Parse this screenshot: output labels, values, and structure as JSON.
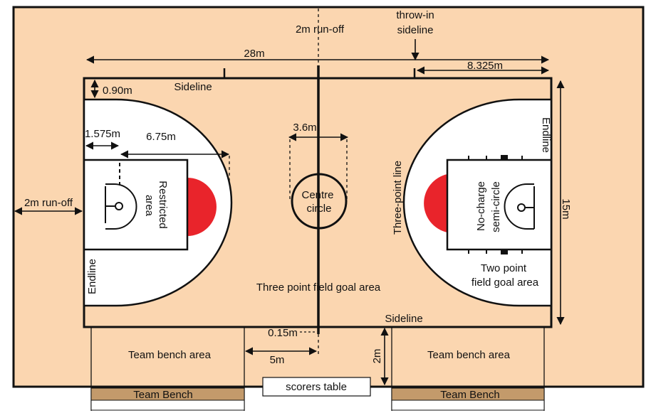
{
  "colors": {
    "floor": "#fbd6b0",
    "white": "#ffffff",
    "line": "#111111",
    "restricted_fill": "#e9242b",
    "bench_fill": "#c39a6b"
  },
  "labels": {
    "run_off_top": "2m run-off",
    "throw_in_line1": "throw-in",
    "throw_in_line2": "sideline",
    "length": "28m",
    "throw_in_distance": "8.325m",
    "baseline_offset": "0.90m",
    "sideline_top": "Sideline",
    "centre_width": "3.6m",
    "basket_distance": "1.575m",
    "three_point_radius": "6.75m",
    "endline_right": "Endline",
    "restricted_area_line1": "Restricted",
    "restricted_area_line2": "area",
    "centre_circle_line1": "Centre",
    "centre_circle_line2": "circle",
    "three_point_line": "Three-point line",
    "no_charge_line1": "No-charge",
    "no_charge_line2": "semi-circle",
    "width": "15m",
    "run_off_left": "2m run-off",
    "endline_left": "Endline",
    "two_point_line1": "Two point",
    "two_point_line2": "field goal area",
    "three_point_area": "Three point field goal area",
    "sideline_bottom": "Sideline",
    "centre_line_offset": "0.15m",
    "bench_area_left": "Team bench area",
    "bench_area_right": "Team bench area",
    "bench_depth": "2m",
    "bench_distance": "5m",
    "scorers_table": "scorers table",
    "team_bench_left": "Team Bench",
    "team_bench_right": "Team Bench"
  }
}
